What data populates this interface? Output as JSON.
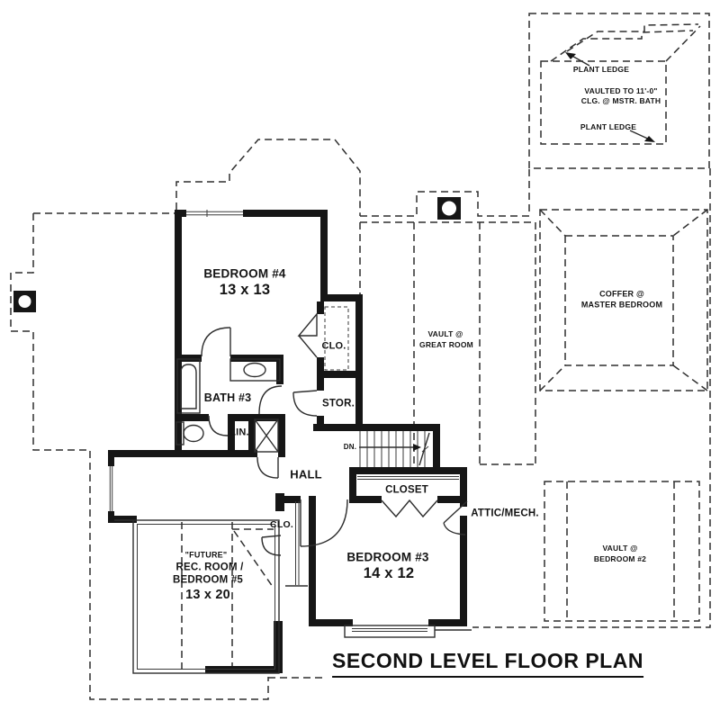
{
  "plan": {
    "title": "SECOND LEVEL FLOOR PLAN",
    "rooms": {
      "bedroom4": {
        "name": "BEDROOM #4",
        "dim": "13 x 13"
      },
      "bedroom3": {
        "name": "BEDROOM #3",
        "dim": "14 x 12"
      },
      "rec_room": {
        "prefix": "\"FUTURE\"",
        "line1": "REC. ROOM /",
        "line2": "BEDROOM #5",
        "dim": "13 x 20"
      },
      "bath3": {
        "name": "BATH #3"
      },
      "hall": {
        "name": "HALL"
      },
      "closet": {
        "name": "CLOSET"
      },
      "attic": {
        "name": "ATTIC/MECH."
      },
      "stor": {
        "name": "STOR."
      },
      "lin": {
        "name": "LIN."
      },
      "clo_upper": {
        "name": "CLO."
      },
      "clo_lower": {
        "name": "CLO."
      }
    },
    "annotations": {
      "plant_ledge_top": "PLANT LEDGE",
      "vaulted_line1": "VAULTED TO 11'-0\"",
      "vaulted_line2": "CLG. @ MSTR. BATH",
      "plant_ledge_bottom": "PLANT LEDGE",
      "coffer_line1": "COFFER @",
      "coffer_line2": "MASTER BEDROOM",
      "vault_great_line1": "VAULT @",
      "vault_great_line2": "GREAT ROOM",
      "vault_bed2_line1": "VAULT @",
      "vault_bed2_line2": "BEDROOM #2",
      "stairs_down": "DN."
    },
    "colors": {
      "line": "#2e2e2e",
      "wall": "#161616",
      "background": "#ffffff"
    }
  }
}
